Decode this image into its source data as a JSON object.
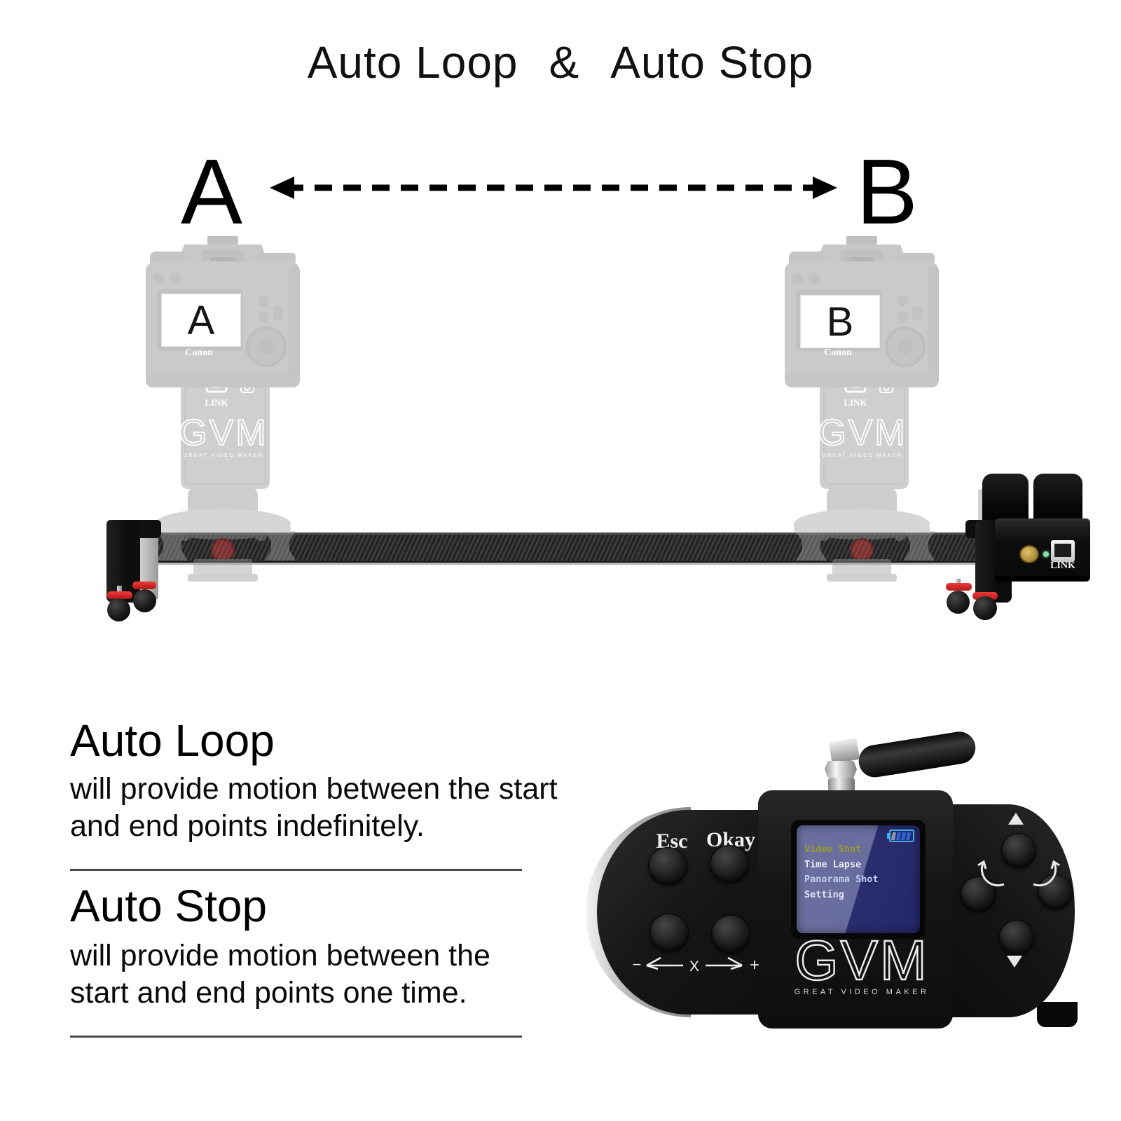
{
  "title": {
    "part1": "Auto Loop",
    "amp": "&",
    "part2": "Auto Stop"
  },
  "diagram": {
    "point_a": "A",
    "point_b": "B"
  },
  "cameras": [
    {
      "screen_label": "A",
      "brand": "Canon"
    },
    {
      "screen_label": "B",
      "brand": "Canon"
    }
  ],
  "mount": {
    "link_label": "LINK",
    "logo": "GVM",
    "logo_sub": "GREAT VIDEO MAKER"
  },
  "motor": {
    "link_label": "LINK"
  },
  "sections": [
    {
      "heading": "Auto Loop",
      "lines": [
        "will provide motion between the start",
        "and end points indefinitely."
      ]
    },
    {
      "heading": "Auto Stop",
      "lines": [
        "will provide motion between the",
        "start and end points one time."
      ]
    }
  ],
  "remote": {
    "esc": "Esc",
    "okay": "Okay",
    "menu": [
      "Video Shot",
      "Time Lapse",
      "Panorama Shot",
      "Setting"
    ],
    "logo": "GVM",
    "logo_sub": "GREAT VIDEO MAKER",
    "axis": {
      "minus": "−",
      "x": "X",
      "plus": "+"
    }
  },
  "colors": {
    "accent_red": "#d42a2a",
    "knob_red": "#e05050",
    "screen_blue_light": "#6b70a0",
    "screen_blue_dark": "#23276a",
    "menu_highlight_yellow": "#9a9a2e",
    "battery_cyan": "#3db4e8",
    "led_green": "#86e0a8",
    "gold_connector": "#c09a4a"
  }
}
